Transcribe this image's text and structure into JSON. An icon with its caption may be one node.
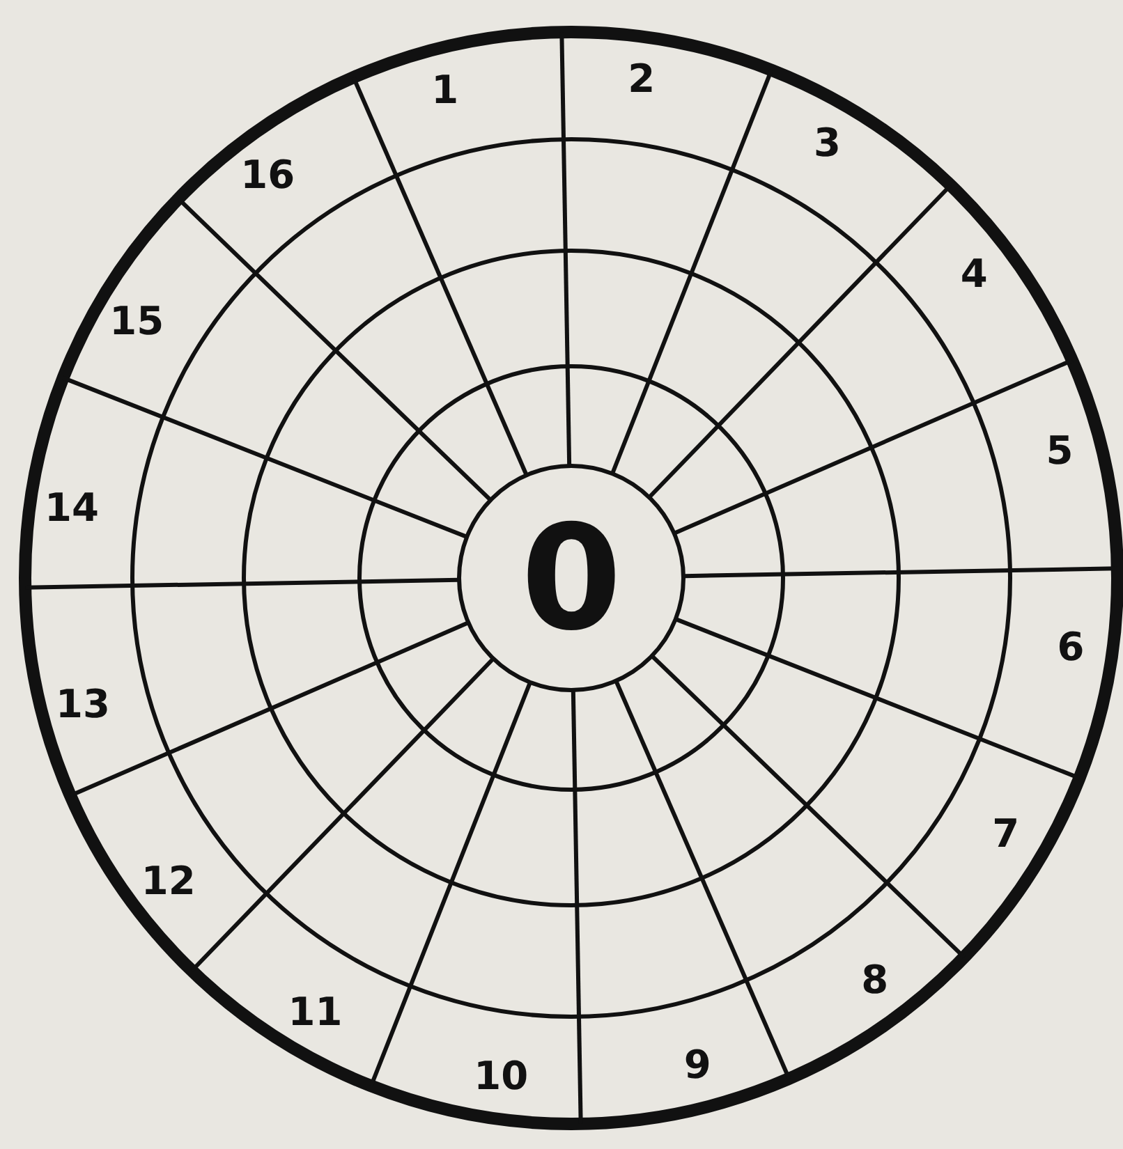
{
  "diagram": {
    "nodes": [
      {
        "text": [
          "0"
        ]
      }
    ],
    "labels": [
      "1",
      "2",
      "3",
      "4",
      "5",
      "6",
      "7",
      "8",
      "9",
      "10",
      "11",
      "12",
      "13",
      "14",
      "15",
      "16"
    ]
  }
}
